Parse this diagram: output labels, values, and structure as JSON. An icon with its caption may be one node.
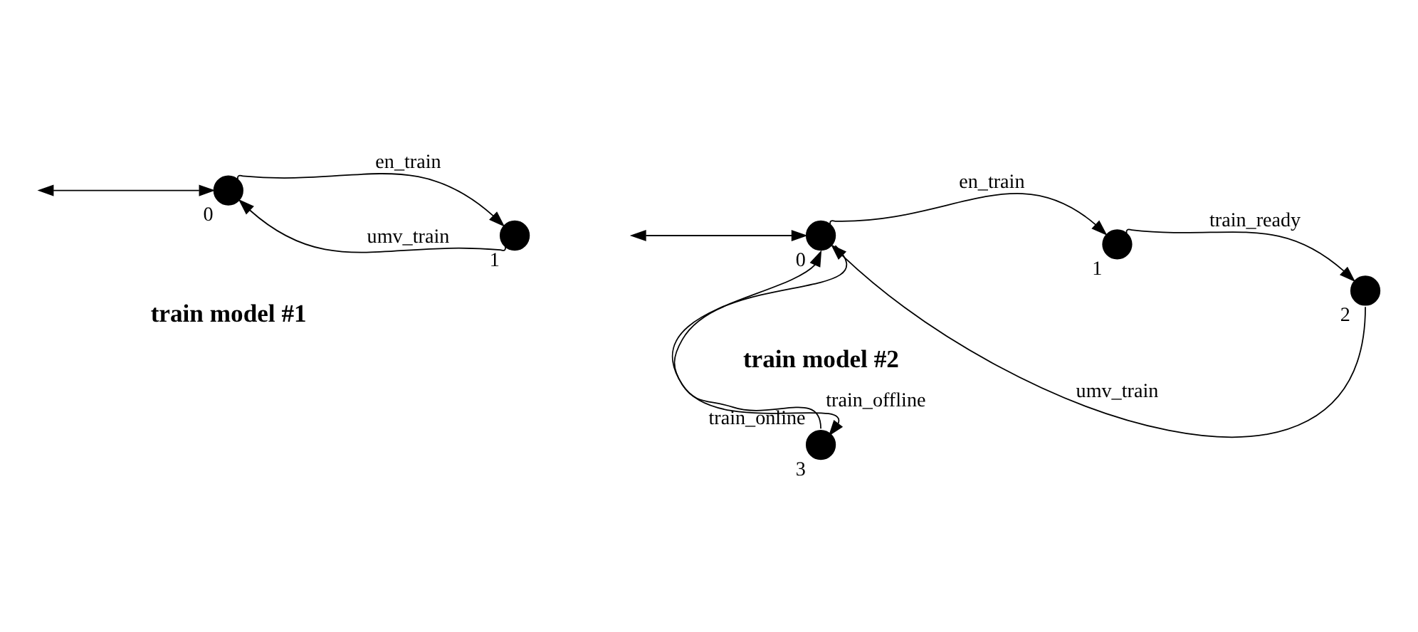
{
  "diagram": {
    "nodes": [
      {
        "text": [],
        "shape": "circle",
        "beside": [
          "0"
        ]
      },
      {
        "text": [],
        "shape": "circle",
        "beside": [
          "1"
        ]
      },
      {
        "text": [],
        "shape": "circle",
        "beside": [
          "0"
        ]
      },
      {
        "text": [],
        "shape": "circle",
        "beside": [
          "1"
        ]
      },
      {
        "text": [],
        "shape": "circle",
        "beside": [
          "2"
        ]
      },
      {
        "text": [],
        "shape": "circle",
        "beside": [
          "3"
        ]
      }
    ],
    "edges": [
      {
        "from": null,
        "to": 0,
        "arrow": "both"
      },
      {
        "from": 0,
        "to": 1,
        "label": "en_train",
        "arrow": "to"
      },
      {
        "from": 1,
        "to": 0,
        "label": "umv_train",
        "arrow": "to"
      },
      {
        "from": null,
        "to": 2,
        "arrow": "both"
      },
      {
        "from": 2,
        "to": 3,
        "label": "en_train",
        "arrow": "to"
      },
      {
        "from": 3,
        "to": 4,
        "label": "train_ready",
        "arrow": "to"
      },
      {
        "from": 4,
        "to": 2,
        "label": "umv_train",
        "arrow": "to"
      },
      {
        "from": 2,
        "to": 5,
        "label": "train_offline",
        "arrow": "to"
      },
      {
        "from": 5,
        "to": 2,
        "label": "train_online",
        "arrow": "to"
      }
    ],
    "labels": [
      "train model #1",
      "train model #2"
    ]
  }
}
